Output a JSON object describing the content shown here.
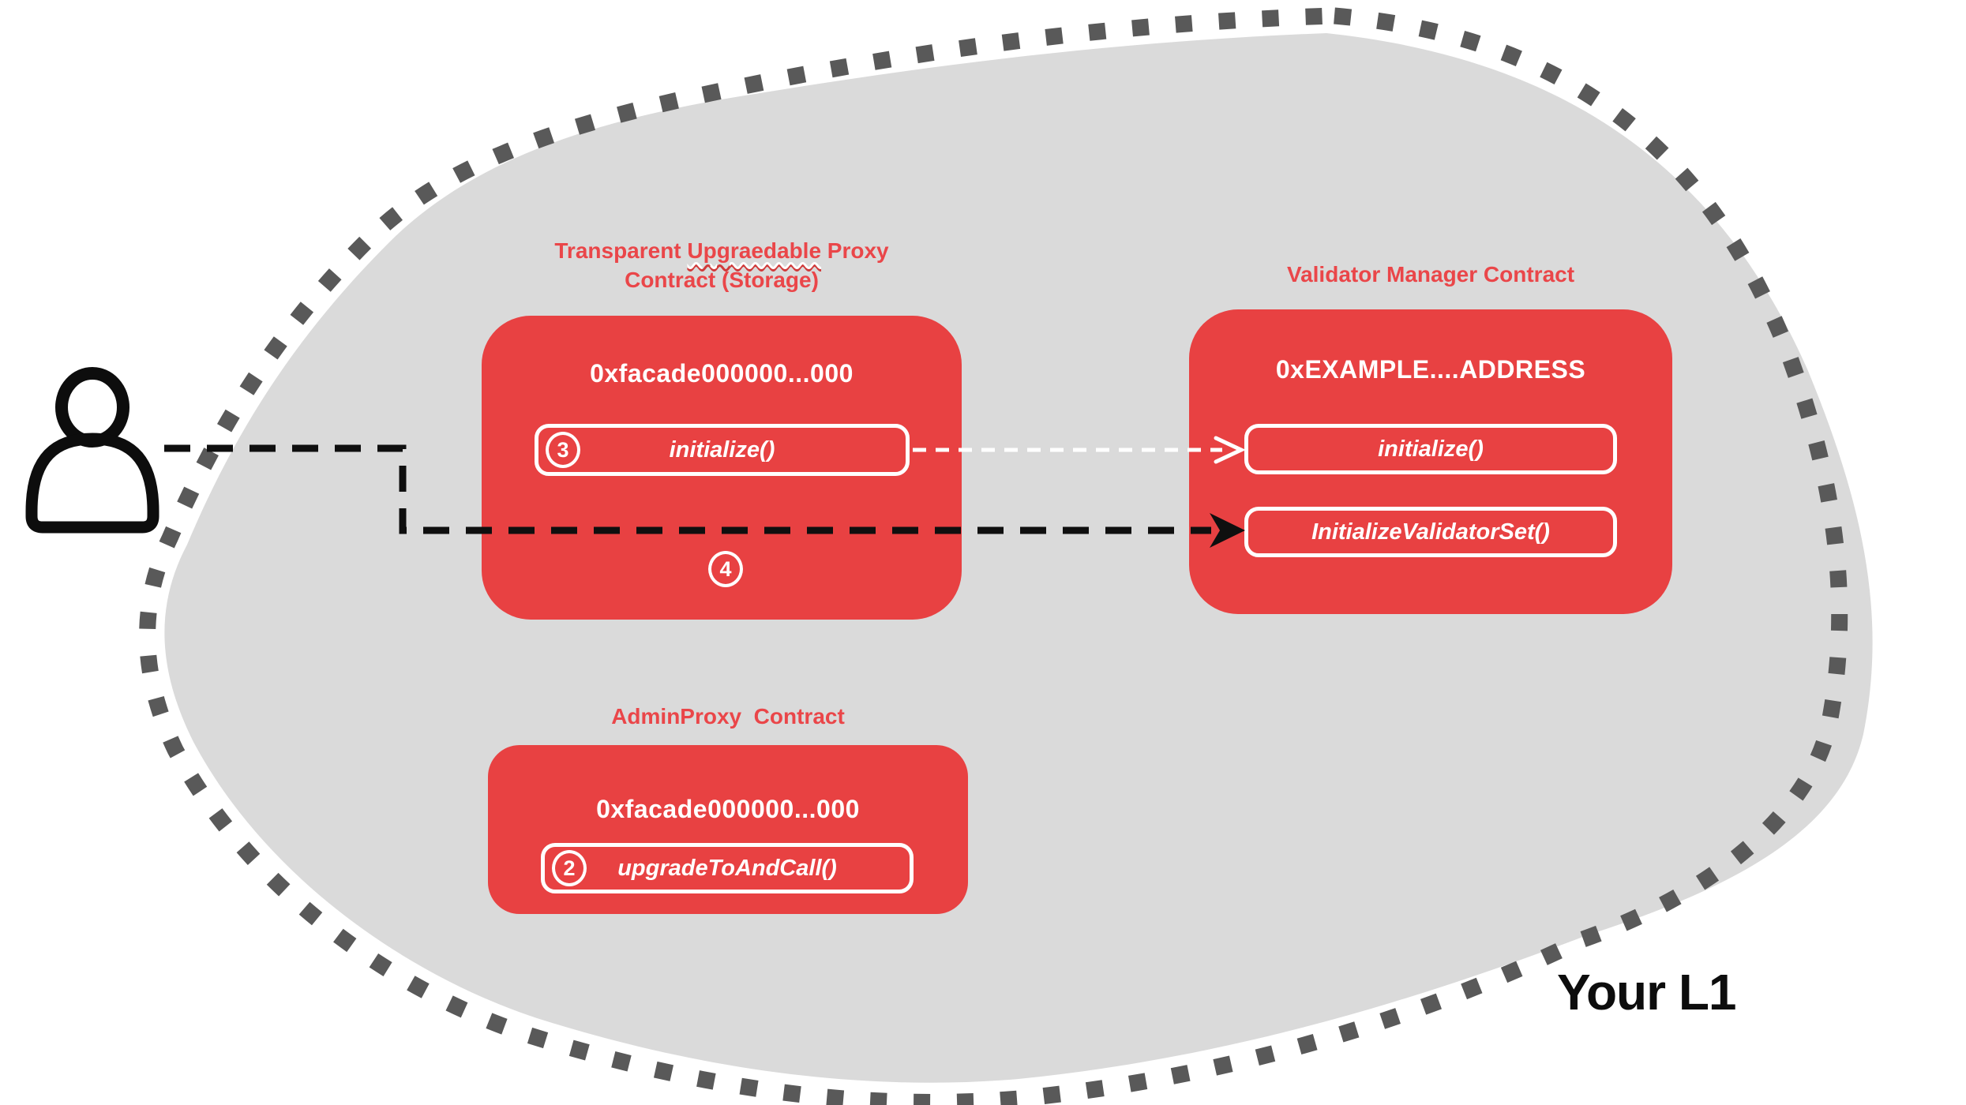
{
  "canvas": {
    "l1_blob_fill": "#dadada",
    "dotted_border_color": "#595959",
    "contract_red": "#e84142",
    "title_red": "#ea4649",
    "line_black": "#0f0f0f",
    "line_white": "#ffffff"
  },
  "l1_label": "Your L1",
  "actor": {
    "icon": "person-icon"
  },
  "boxes": {
    "proxy": {
      "title_prefix": "Transparent ",
      "title_squiggle_word": "Upgraedable",
      "title_suffix": " Proxy",
      "title_line2": "Contract (Storage)",
      "address": "0xfacade000000...000",
      "method": "initialize()",
      "step_badge": "3",
      "step_badge_below": "4"
    },
    "validator": {
      "title": "Validator Manager Contract",
      "address": "0xEXAMPLE....ADDRESS",
      "methods": [
        "initialize()",
        "InitializeValidatorSet()"
      ]
    },
    "admin": {
      "title": "AdminProxy  Contract",
      "address": "0xfacade000000...000",
      "method": "upgradeToAndCall()",
      "step_badge": "2"
    }
  }
}
